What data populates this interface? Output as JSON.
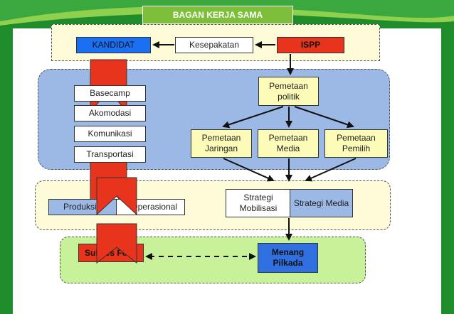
{
  "header": {
    "title": "BAGAN KERJA SAMA"
  },
  "top_row": {
    "kandidat": "KANDIDAT",
    "kesepakatan": "Kesepakatan",
    "ispp": "ISPP"
  },
  "mapping": {
    "politik": "Pemetaan politik",
    "jaringan": "Pemetaan Jaringan",
    "media": "Pemetaan Media",
    "pemilih": "Pemetaan Pemilih"
  },
  "support": {
    "items": [
      "Basecamp",
      "Akomodasi",
      "Komunikasi",
      "Transportasi"
    ]
  },
  "middle": {
    "produksi": "Produksi",
    "operasional": "Operasional",
    "strategi_mobilisasi": "Strategi Mobilisasi",
    "strategi_media": "Strategi Media"
  },
  "bottom": {
    "sukses": "Sukses Fee",
    "menang": "Menang Pilkada"
  },
  "colors": {
    "frame_green": "#1f8c2b",
    "accent_green": "#7dbf3a",
    "kandidat_blue": "#1a6ff2",
    "ispp_red": "#e8341c",
    "region_blue": "#9cb8e4",
    "region_green": "#c7f29a",
    "region_cream": "#fdfbd8"
  }
}
